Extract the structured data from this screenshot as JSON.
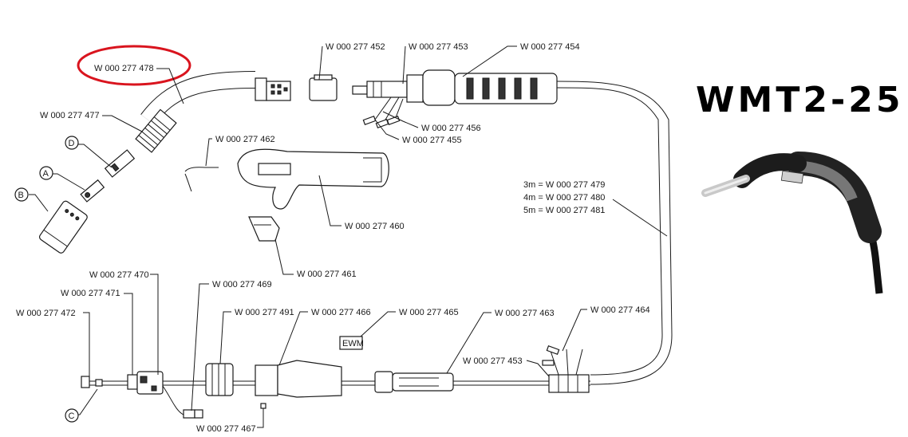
{
  "title": "WMT2-25",
  "highlight_color": "#d9141e",
  "callouts": {
    "p478": "W 000 277 478",
    "p477": "W 000 277 477",
    "p452": "W 000 277 452",
    "p453_top": "W 000 277 453",
    "p454": "W 000 277 454",
    "p456": "W 000 277 456",
    "p455": "W 000 277 455",
    "p462": "W 000 277 462",
    "p460": "W 000 277 460",
    "p461": "W 000 277 461",
    "cable_3m": "3m = W 000 277 479",
    "cable_4m": "4m = W 000 277 480",
    "cable_5m": "5m = W 000 277 481",
    "p470": "W 000 277 470",
    "p471": "W 000 277 471",
    "p472": "W 000 277 472",
    "p469": "W 000 277 469",
    "p491": "W 000 277 491",
    "p466": "W 000 277 466",
    "p465": "W 000 277 465",
    "p463": "W 000 277 463",
    "p464": "W 000 277 464",
    "p453_bottom": "W 000 277 453",
    "p467": "W 000 277 467"
  },
  "letters": {
    "a": "A",
    "b": "B",
    "c": "C",
    "d": "D"
  },
  "sticker_text": "EWM"
}
